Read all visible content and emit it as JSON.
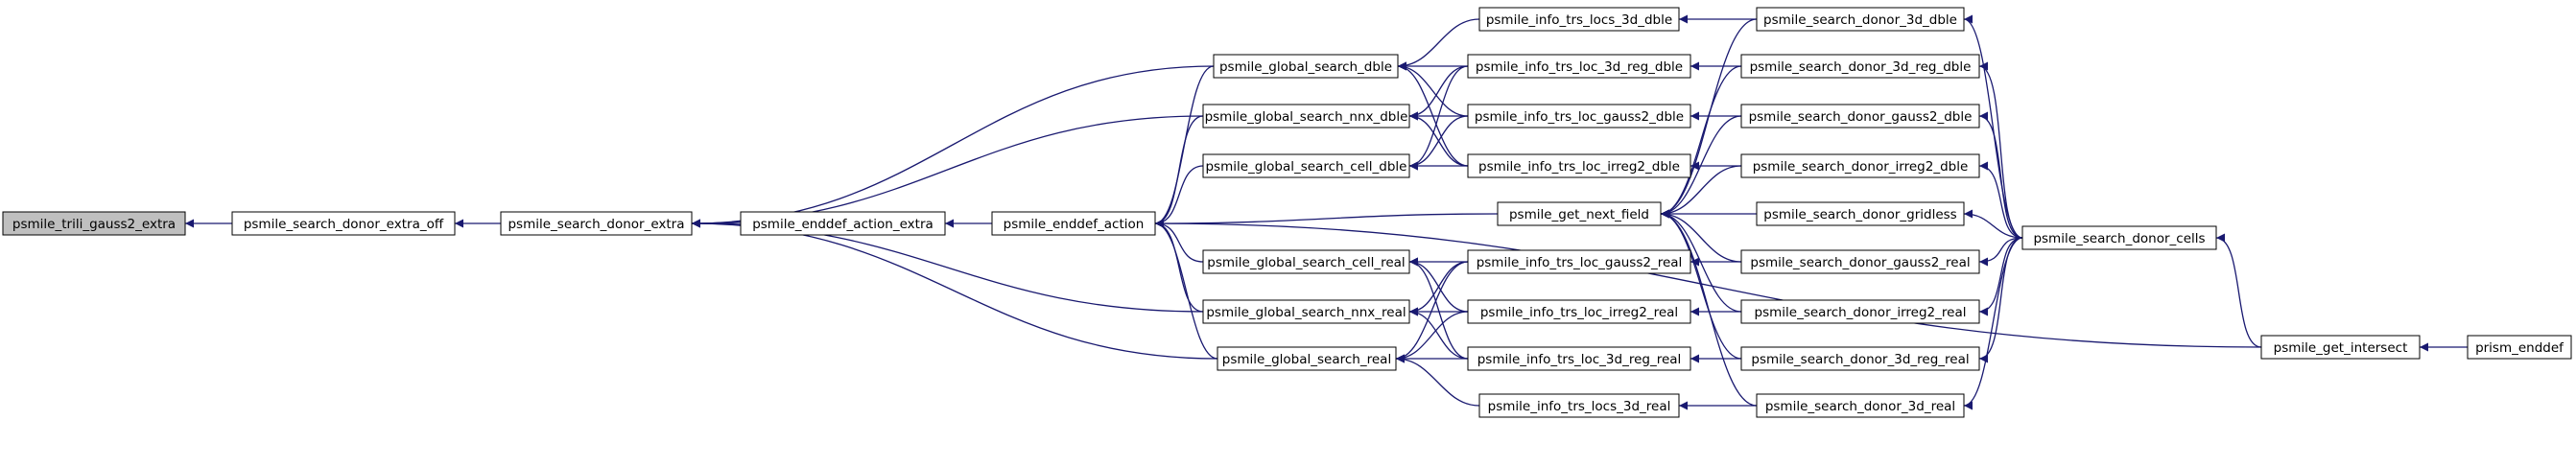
{
  "graph": {
    "root_node": "psmile_trili_gauss2_extra",
    "colors": {
      "root_fill": "#bfbfbf",
      "node_fill": "#ffffff",
      "node_border": "#000000",
      "edge": "#191970",
      "background": "#ffffff"
    },
    "nodes": [
      {
        "id": "n1",
        "label": "psmile_trili_gauss2_extra",
        "root": true
      },
      {
        "id": "n2",
        "label": "psmile_search_donor_extra_off"
      },
      {
        "id": "n3",
        "label": "psmile_search_donor_extra"
      },
      {
        "id": "n4",
        "label": "psmile_enddef_action_extra"
      },
      {
        "id": "n5",
        "label": "psmile_enddef_action"
      },
      {
        "id": "n6",
        "label": "psmile_global_search_dble"
      },
      {
        "id": "n7",
        "label": "psmile_global_search_nnx_dble"
      },
      {
        "id": "n8",
        "label": "psmile_global_search_cell_dble"
      },
      {
        "id": "n9",
        "label": "psmile_global_search_cell_real"
      },
      {
        "id": "n10",
        "label": "psmile_global_search_nnx_real"
      },
      {
        "id": "n11",
        "label": "psmile_global_search_real"
      },
      {
        "id": "n12",
        "label": "psmile_info_trs_locs_3d_dble"
      },
      {
        "id": "n13",
        "label": "psmile_info_trs_loc_3d_reg_dble"
      },
      {
        "id": "n14",
        "label": "psmile_info_trs_loc_gauss2_dble"
      },
      {
        "id": "n15",
        "label": "psmile_info_trs_loc_irreg2_dble"
      },
      {
        "id": "n16",
        "label": "psmile_get_next_field"
      },
      {
        "id": "n17",
        "label": "psmile_info_trs_loc_gauss2_real"
      },
      {
        "id": "n18",
        "label": "psmile_info_trs_loc_irreg2_real"
      },
      {
        "id": "n19",
        "label": "psmile_info_trs_loc_3d_reg_real"
      },
      {
        "id": "n20",
        "label": "psmile_info_trs_locs_3d_real"
      },
      {
        "id": "n21",
        "label": "psmile_search_donor_3d_dble"
      },
      {
        "id": "n22",
        "label": "psmile_search_donor_3d_reg_dble"
      },
      {
        "id": "n23",
        "label": "psmile_search_donor_gauss2_dble"
      },
      {
        "id": "n24",
        "label": "psmile_search_donor_irreg2_dble"
      },
      {
        "id": "n25",
        "label": "psmile_search_donor_gridless"
      },
      {
        "id": "n26",
        "label": "psmile_search_donor_gauss2_real"
      },
      {
        "id": "n27",
        "label": "psmile_search_donor_irreg2_real"
      },
      {
        "id": "n28",
        "label": "psmile_search_donor_3d_reg_real"
      },
      {
        "id": "n29",
        "label": "psmile_search_donor_3d_real"
      },
      {
        "id": "n30",
        "label": "psmile_search_donor_cells"
      },
      {
        "id": "n31",
        "label": "psmile_get_intersect"
      },
      {
        "id": "n32",
        "label": "prism_enddef"
      }
    ],
    "edges": [
      {
        "from": "n2",
        "to": "n1"
      },
      {
        "from": "n3",
        "to": "n2"
      },
      {
        "from": "n4",
        "to": "n3"
      },
      {
        "from": "n6",
        "to": "n3"
      },
      {
        "from": "n7",
        "to": "n3"
      },
      {
        "from": "n10",
        "to": "n3"
      },
      {
        "from": "n11",
        "to": "n3"
      },
      {
        "from": "n5",
        "to": "n4"
      },
      {
        "from": "n6",
        "to": "n5"
      },
      {
        "from": "n7",
        "to": "n5"
      },
      {
        "from": "n8",
        "to": "n5"
      },
      {
        "from": "n9",
        "to": "n5"
      },
      {
        "from": "n10",
        "to": "n5"
      },
      {
        "from": "n11",
        "to": "n5"
      },
      {
        "from": "n16",
        "to": "n5"
      },
      {
        "from": "n31",
        "to": "n5"
      },
      {
        "from": "n12",
        "to": "n6"
      },
      {
        "from": "n13",
        "to": "n6"
      },
      {
        "from": "n14",
        "to": "n6"
      },
      {
        "from": "n15",
        "to": "n6"
      },
      {
        "from": "n13",
        "to": "n7"
      },
      {
        "from": "n14",
        "to": "n7"
      },
      {
        "from": "n15",
        "to": "n7"
      },
      {
        "from": "n13",
        "to": "n8"
      },
      {
        "from": "n14",
        "to": "n8"
      },
      {
        "from": "n15",
        "to": "n8"
      },
      {
        "from": "n17",
        "to": "n9"
      },
      {
        "from": "n18",
        "to": "n9"
      },
      {
        "from": "n19",
        "to": "n9"
      },
      {
        "from": "n17",
        "to": "n10"
      },
      {
        "from": "n18",
        "to": "n10"
      },
      {
        "from": "n19",
        "to": "n10"
      },
      {
        "from": "n17",
        "to": "n11"
      },
      {
        "from": "n18",
        "to": "n11"
      },
      {
        "from": "n19",
        "to": "n11"
      },
      {
        "from": "n20",
        "to": "n11"
      },
      {
        "from": "n21",
        "to": "n12"
      },
      {
        "from": "n22",
        "to": "n13"
      },
      {
        "from": "n23",
        "to": "n14"
      },
      {
        "from": "n24",
        "to": "n15"
      },
      {
        "from": "n21",
        "to": "n16"
      },
      {
        "from": "n22",
        "to": "n16"
      },
      {
        "from": "n23",
        "to": "n16"
      },
      {
        "from": "n24",
        "to": "n16"
      },
      {
        "from": "n25",
        "to": "n16"
      },
      {
        "from": "n26",
        "to": "n16"
      },
      {
        "from": "n27",
        "to": "n16"
      },
      {
        "from": "n28",
        "to": "n16"
      },
      {
        "from": "n29",
        "to": "n16"
      },
      {
        "from": "n26",
        "to": "n17"
      },
      {
        "from": "n27",
        "to": "n18"
      },
      {
        "from": "n28",
        "to": "n19"
      },
      {
        "from": "n29",
        "to": "n20"
      },
      {
        "from": "n30",
        "to": "n21"
      },
      {
        "from": "n30",
        "to": "n22"
      },
      {
        "from": "n30",
        "to": "n23"
      },
      {
        "from": "n30",
        "to": "n24"
      },
      {
        "from": "n30",
        "to": "n25"
      },
      {
        "from": "n30",
        "to": "n26"
      },
      {
        "from": "n30",
        "to": "n27"
      },
      {
        "from": "n30",
        "to": "n28"
      },
      {
        "from": "n30",
        "to": "n29"
      },
      {
        "from": "n31",
        "to": "n30"
      },
      {
        "from": "n32",
        "to": "n31"
      }
    ]
  }
}
